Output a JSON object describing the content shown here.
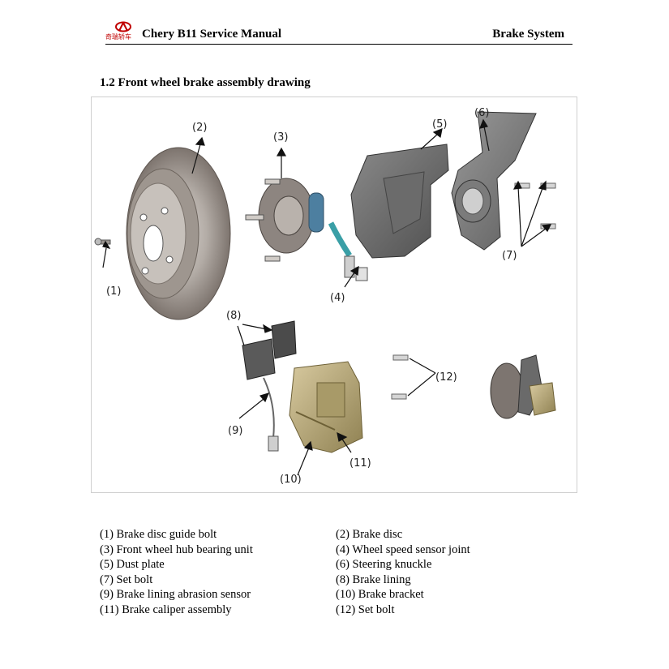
{
  "header": {
    "logo_text": "奇瑞轿车",
    "manual_title": "Chery B11 Service Manual",
    "section": "Brake System"
  },
  "figure": {
    "heading": "1.2 Front wheel brake assembly drawing",
    "callouts": [
      "(1)",
      "(2)",
      "(3)",
      "(4)",
      "(5)",
      "(6)",
      "(7)",
      "(8)",
      "(9)",
      "(10)",
      "(11)",
      "(12)"
    ]
  },
  "legend": {
    "left": [
      "(1) Brake disc guide bolt",
      "(3) Front wheel hub bearing unit",
      "(5) Dust plate",
      "(7) Set bolt",
      "(9) Brake lining abrasion sensor",
      "(11) Brake caliper assembly"
    ],
    "right": [
      "(2) Brake disc",
      "(4) Wheel speed sensor joint",
      "(6) Steering knuckle",
      "(8) Brake lining",
      "(10) Brake bracket",
      "(12) Set bolt"
    ]
  },
  "colors": {
    "brand_red": "#c00000",
    "metal_dark": "#6e6e6e",
    "caliper_gold": "#b8a76a",
    "sensor_teal": "#3a9fa6"
  }
}
